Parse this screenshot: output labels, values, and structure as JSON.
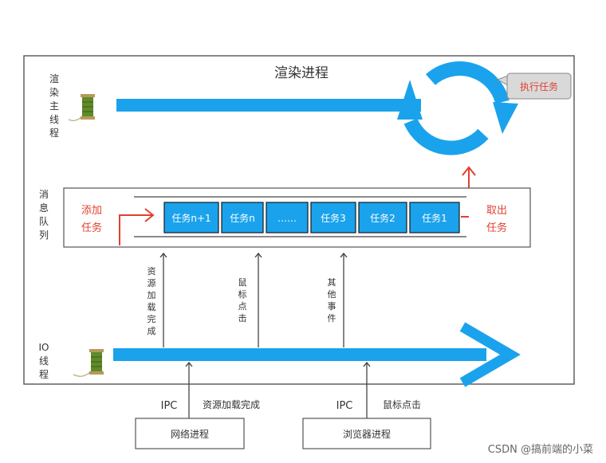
{
  "title": "渲染进程",
  "render_main_thread_label": [
    "渲",
    "染",
    "主",
    "线",
    "程"
  ],
  "io_thread_label": [
    "IO",
    "线",
    "程"
  ],
  "message_queue_label": [
    "消",
    "息",
    "队",
    "列"
  ],
  "execute_task_bubble": "执行任务",
  "add_task_label": [
    "添加",
    "任务"
  ],
  "take_task_label": [
    "取出",
    "任务"
  ],
  "queue_tasks": [
    "任务n+1",
    "任务n",
    "……",
    "任务3",
    "任务2",
    "任务1"
  ],
  "event_labels": {
    "resource_loaded": [
      "资",
      "源",
      "加",
      "载",
      "完",
      "成"
    ],
    "mouse_click": [
      "鼠",
      "标",
      "点",
      "击"
    ],
    "other_events": [
      "其",
      "他",
      "事",
      "件"
    ]
  },
  "ipc_left": {
    "ipc": "IPC",
    "text": "资源加载完成"
  },
  "ipc_right": {
    "ipc": "IPC",
    "text": "鼠标点击"
  },
  "network_process": "网络进程",
  "browser_process": "浏览器进程",
  "watermark": "CSDN @搞前端的小菜",
  "colors": {
    "accent_blue": "#1aa3ec",
    "arrow_red": "#e0412f",
    "frame": "#555555",
    "bubble": "#d9d9d9"
  }
}
